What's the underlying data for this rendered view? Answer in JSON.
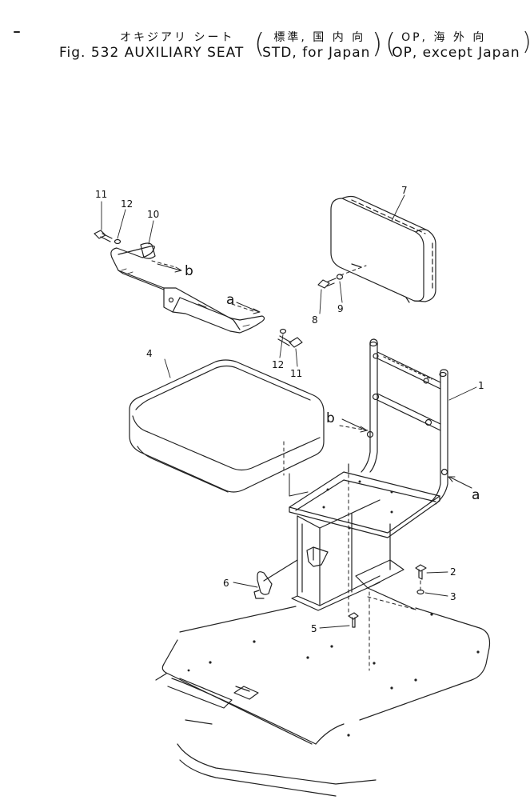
{
  "title": {
    "japanese": "オキジアリ シート",
    "std_japanese": "標準, 国 内 向",
    "op_japanese": "OP, 海  外  向",
    "fig_label": "Fig. 532",
    "name": "AUXILIARY SEAT",
    "std_english": "STD, for Japan",
    "op_english": "OP, except Japan"
  },
  "callouts": {
    "c1": "1",
    "c2": "2",
    "c3": "3",
    "c4": "4",
    "c5": "5",
    "c6": "6",
    "c7": "7",
    "c8": "8",
    "c9": "9",
    "c10": "10",
    "c11a": "11",
    "c11b": "11",
    "c12a": "12",
    "c12b": "12"
  },
  "refs": {
    "a_bracket": "a",
    "b_bracket": "b",
    "a_frame": "a",
    "b_frame": "b"
  }
}
